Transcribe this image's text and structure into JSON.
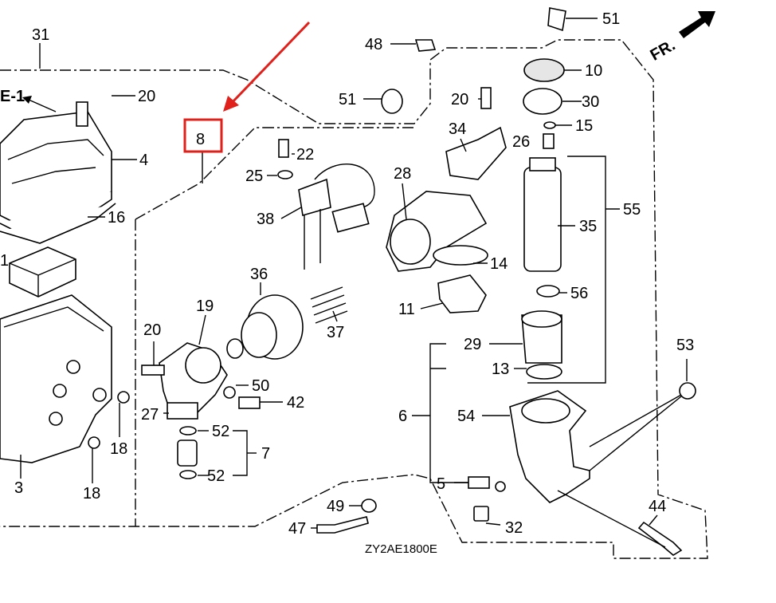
{
  "diagram": {
    "highlighted_callout": "8",
    "diagram_code": "ZY2AE1800E",
    "front_indicator": "FR.",
    "ref_label": "E-1",
    "callouts": [
      {
        "id": "c31",
        "text": "31"
      },
      {
        "id": "c20a",
        "text": "20"
      },
      {
        "id": "c4",
        "text": "4"
      },
      {
        "id": "c16",
        "text": "16"
      },
      {
        "id": "c1",
        "text": "1"
      },
      {
        "id": "c18a",
        "text": "18"
      },
      {
        "id": "c18b",
        "text": "18"
      },
      {
        "id": "c3",
        "text": "3"
      },
      {
        "id": "c22",
        "text": "22"
      },
      {
        "id": "c25",
        "text": "25"
      },
      {
        "id": "c38",
        "text": "38"
      },
      {
        "id": "c36",
        "text": "36"
      },
      {
        "id": "c37",
        "text": "37"
      },
      {
        "id": "c19",
        "text": "19"
      },
      {
        "id": "c20b",
        "text": "20"
      },
      {
        "id": "c27",
        "text": "27"
      },
      {
        "id": "c50",
        "text": "50"
      },
      {
        "id": "c42",
        "text": "42"
      },
      {
        "id": "c52a",
        "text": "52"
      },
      {
        "id": "c7",
        "text": "7"
      },
      {
        "id": "c52b",
        "text": "52"
      },
      {
        "id": "c48",
        "text": "48"
      },
      {
        "id": "c51a",
        "text": "51"
      },
      {
        "id": "c51b",
        "text": "51"
      },
      {
        "id": "c20c",
        "text": "20"
      },
      {
        "id": "c34",
        "text": "34"
      },
      {
        "id": "c28",
        "text": "28"
      },
      {
        "id": "c14",
        "text": "14"
      },
      {
        "id": "c11",
        "text": "11"
      },
      {
        "id": "c10",
        "text": "10"
      },
      {
        "id": "c30",
        "text": "30"
      },
      {
        "id": "c15",
        "text": "15"
      },
      {
        "id": "c26",
        "text": "26"
      },
      {
        "id": "c35",
        "text": "35"
      },
      {
        "id": "c55",
        "text": "55"
      },
      {
        "id": "c56",
        "text": "56"
      },
      {
        "id": "c29",
        "text": "29"
      },
      {
        "id": "c13",
        "text": "13"
      },
      {
        "id": "c6",
        "text": "6"
      },
      {
        "id": "c54",
        "text": "54"
      },
      {
        "id": "c5",
        "text": "5"
      },
      {
        "id": "c53",
        "text": "53"
      },
      {
        "id": "c49",
        "text": "49"
      },
      {
        "id": "c47",
        "text": "47"
      },
      {
        "id": "c32",
        "text": "32"
      },
      {
        "id": "c44",
        "text": "44"
      }
    ]
  }
}
